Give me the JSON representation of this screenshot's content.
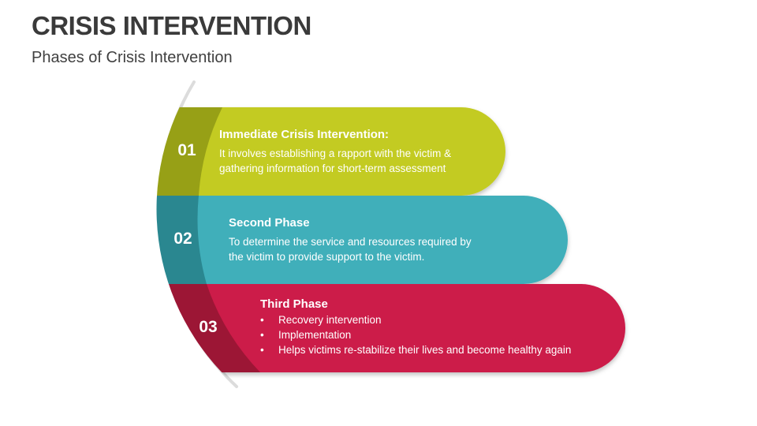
{
  "header": {
    "title": "CRISIS INTERVENTION",
    "subtitle": "Phases of Crisis Intervention"
  },
  "phases": [
    {
      "number": "01",
      "heading": "Immediate Crisis Intervention:",
      "body": "It involves establishing a rapport with the victim & gathering information for short-term assessment",
      "color": "#c3cb22",
      "dark_color": "#97a019"
    },
    {
      "number": "02",
      "heading": "Second Phase",
      "body": "To determine the service and resources required by the victim to provide support to the victim.",
      "color": "#40afba",
      "dark_color": "#2a8790"
    },
    {
      "number": "03",
      "heading": "Third Phase",
      "bullets": [
        "Recovery intervention",
        "Implementation",
        "Helps victims re-stabilize their lives and become healthy again"
      ],
      "color": "#cc1a48",
      "dark_color": "#9c1436"
    }
  ]
}
